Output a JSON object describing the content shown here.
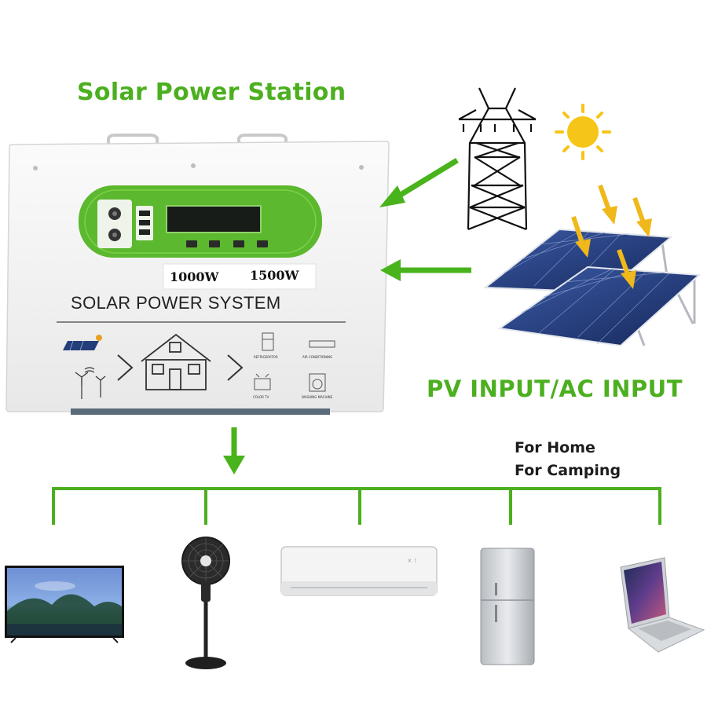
{
  "header": {
    "title": "Solar Power Station"
  },
  "device": {
    "wattage_1": "1000W",
    "wattage_2": "1500W",
    "system_title": "SOLAR POWER SYSTEM",
    "appliance_labels": [
      "REFRIGERATOR",
      "AIR CONDITIONING",
      "COLOR TV",
      "WASHING MACHINE"
    ]
  },
  "inputs": {
    "label": "PV INPUT/AC INPUT",
    "sources": [
      "power-tower",
      "sun",
      "solar-panels"
    ]
  },
  "usage": {
    "line1": "For Home",
    "line2": "For Camping"
  },
  "appliances": [
    "television",
    "standing-fan",
    "air-conditioner",
    "refrigerator",
    "laptop"
  ],
  "colors": {
    "accent_green": "#4caf1f",
    "arrow_green": "#48b31a",
    "sun_yellow": "#f5c518",
    "sun_arrow": "#f0b81a",
    "panel_blue": "#1f3a78",
    "device_white": "#f4f4f4"
  }
}
